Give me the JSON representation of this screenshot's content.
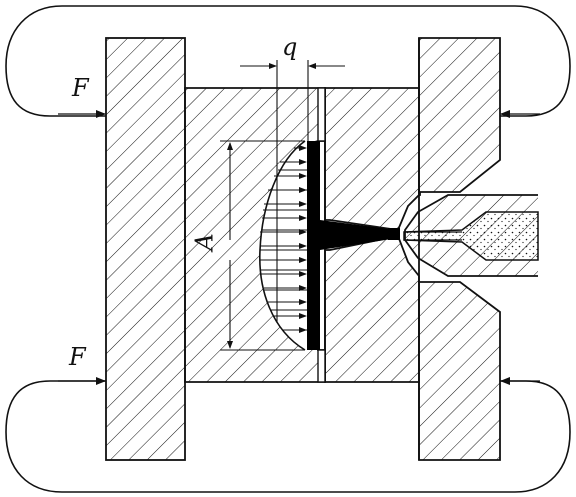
{
  "labels": {
    "force_top": "F",
    "force_bottom": "F",
    "pressure": "q",
    "area": "A"
  },
  "colors": {
    "stroke": "#111111",
    "background": "#ffffff",
    "melt": "#000000"
  }
}
